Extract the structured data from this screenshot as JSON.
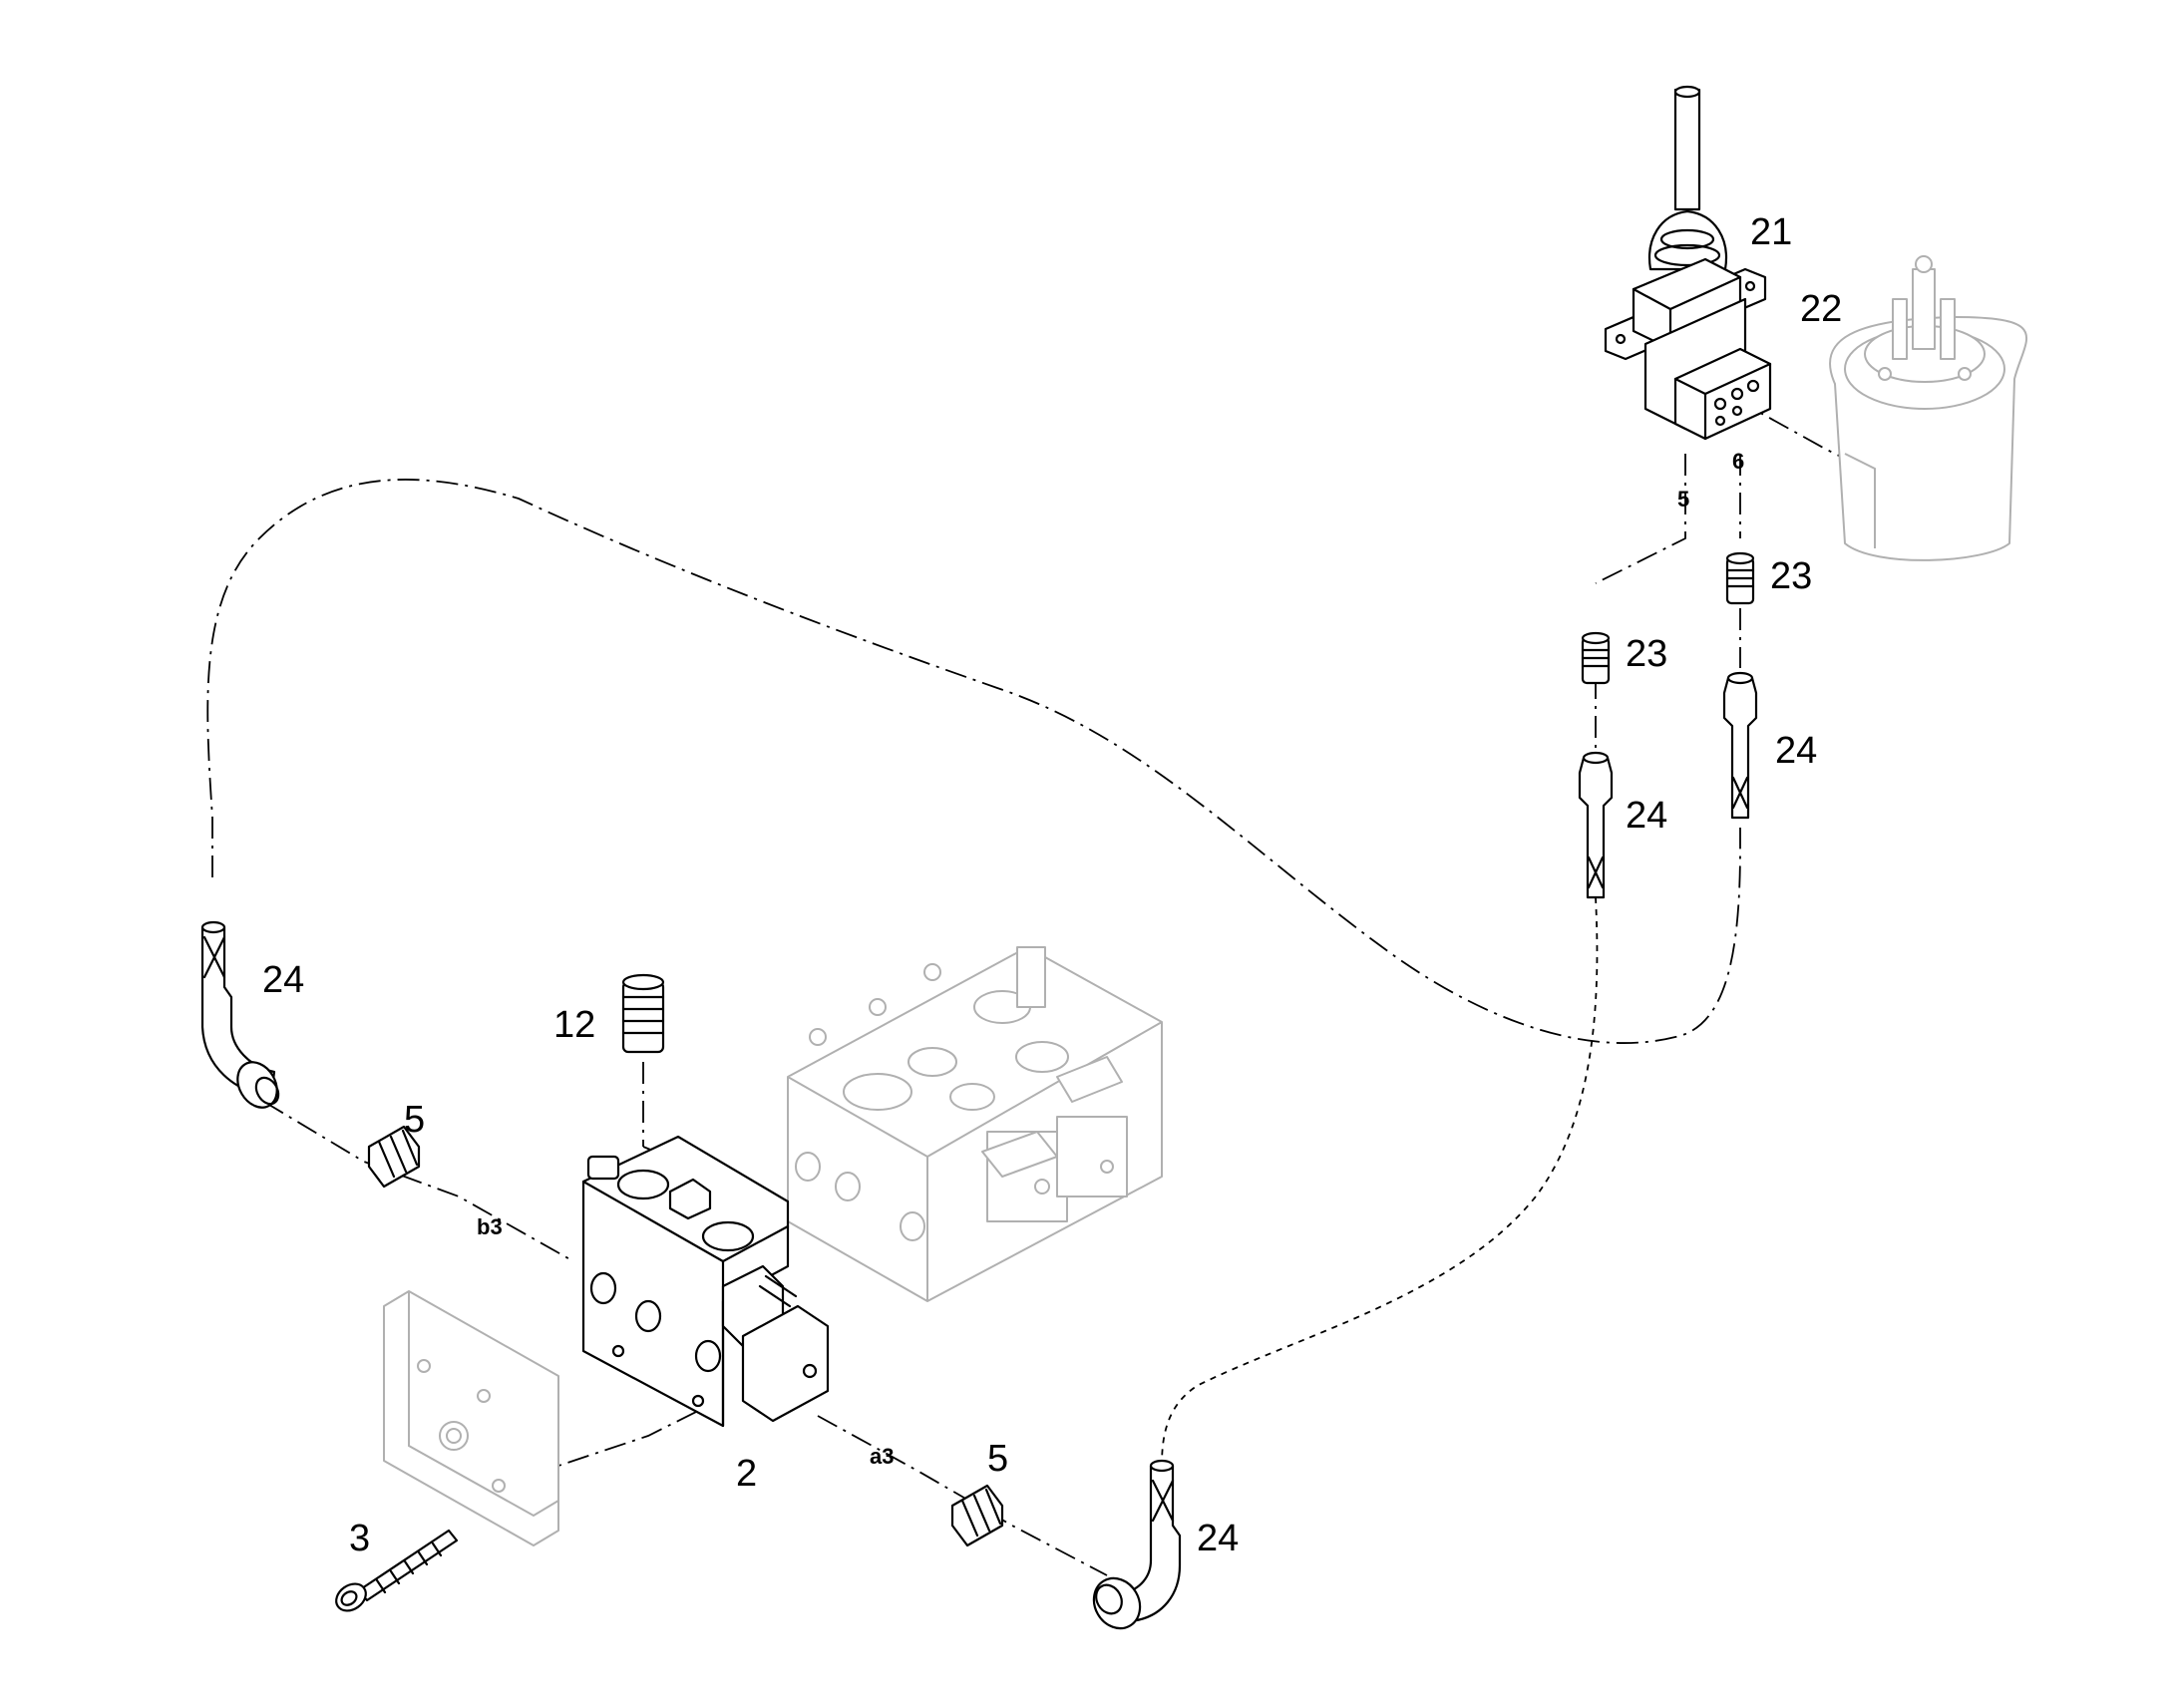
{
  "callouts": {
    "c21": "21",
    "c22": "22",
    "c23a": "23",
    "c23b": "23",
    "c24a": "24",
    "c24b": "24",
    "c24c": "24",
    "c24d": "24",
    "c12": "12",
    "c5a": "5",
    "c5b": "5",
    "c2": "2",
    "c3": "3"
  },
  "ports": {
    "p5": "5",
    "p6": "6",
    "b3": "b3",
    "a3": "a3"
  }
}
